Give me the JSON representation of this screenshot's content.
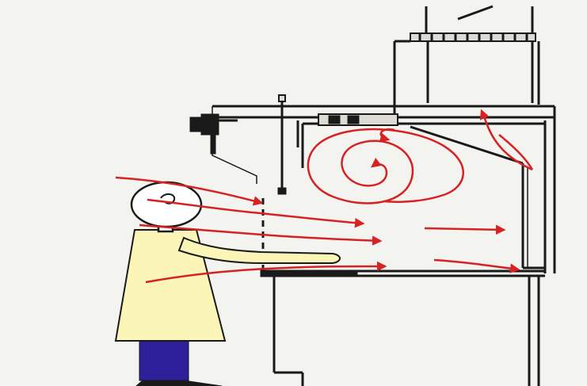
{
  "diagram": {
    "colors": {
      "background": "#f3f3ef",
      "outline": "#1a1a1a",
      "airflow": "#d62222",
      "gown": "#fbf6b8",
      "trousers": "#2e1f9a",
      "metal": "#dcdcd4"
    },
    "icons": {
      "operator": "person-in-lab-coat",
      "cabinet": "biosafety-cabinet",
      "fan": "exhaust-fan",
      "airflow": "arrow"
    }
  }
}
